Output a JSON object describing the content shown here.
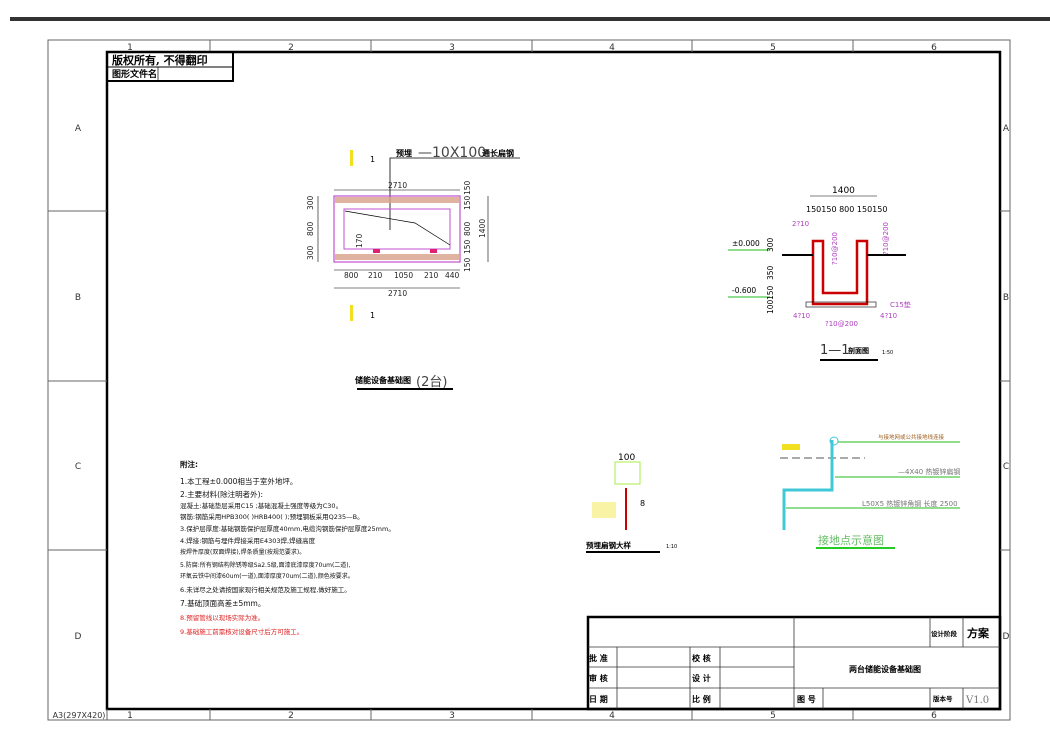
{
  "sheet": {
    "size_label": "A3(297X420)",
    "columns": [
      "1",
      "2",
      "3",
      "4",
      "5",
      "6"
    ],
    "rows": [
      "A",
      "B",
      "C",
      "D"
    ]
  },
  "header_box": {
    "copyright": "版权所有,   不得翻印",
    "file_name_label": "图形文件名"
  },
  "plan": {
    "title": "储能设备基础图",
    "title_suffix": "(2台)",
    "embed_label": "预埋",
    "embed_spec": "—10X100",
    "embed_suffix": "通长扁钢",
    "dims_top": "2710",
    "dims_bottom": "2710",
    "dims_bottom_parts": [
      "800",
      "210",
      "1050",
      "210",
      "440"
    ],
    "dims_left": [
      "300",
      "800",
      "300"
    ],
    "dims_right": [
      "150",
      "150",
      "800",
      "150",
      "150"
    ],
    "dim_overall_right": "1400",
    "dim_inner": "170",
    "section_mark": "1"
  },
  "section": {
    "title": "1—1",
    "title_suffix": "剖面图",
    "scale": "1:50",
    "dim_top": "1400",
    "dim_top_parts": "150150  800  150150",
    "level_top": "±0.000",
    "level_bottom": "-0.600",
    "dims_left": [
      "300",
      "350",
      "150",
      "100"
    ],
    "rebar": [
      "2?10",
      "?10@200",
      "?10@200",
      "4?10",
      "?10@200",
      "4?10"
    ],
    "concrete": "C15垫"
  },
  "detail": {
    "title": "预埋扁钢大样",
    "scale": "1:10",
    "dim": "100",
    "weld": "8"
  },
  "grounding": {
    "title": "接地点示意图",
    "labels": [
      "与接地网或公共接地线连接",
      "—4X40 热镀锌扁钢",
      "L50X5 热镀锌角钢 长度  2500"
    ]
  },
  "notes": {
    "heading": "附注:",
    "items": [
      "1.本工程±0.000相当于室外地坪。",
      "2.主要材料(除注明者外):",
      "   混凝土:基础垫层采用C15 ;基础混凝土强度等级为C30。",
      "   钢筋:钢筋采用HPB300( )HRB400( );预埋钢板采用Q235—B。",
      "3.保护层厚度:基础钢筋保护层厚度40mm,电缆沟钢筋保护层厚度25mm。",
      "4.焊接:钢筋与埋件焊接采用E4303焊,焊缝高度",
      "   按焊件厚度(双面焊接),焊条质量(按规范要求)。",
      "5.防腐:所有钢结构除锈等级Sa2.5级,面漆底漆厚度70um(二道),",
      "   环氧云铁中间漆60um(一道),面漆厚度70um(二道),颜色按要求。",
      "6.未详尽之处请按国家现行相关规范及施工规程,做好施工。",
      "7.基础顶面高差±5mm。",
      "8.预留管线以现场实际为准。",
      "9.基础施工前需核对设备尺寸后方可施工。"
    ]
  },
  "title_block": {
    "stage_label": "设计阶段",
    "stage": "方案",
    "approve": "批 准",
    "review": "审 核",
    "date": "日 期",
    "check": "校 核",
    "design": "设 计",
    "scale": "比 例",
    "drawing_title": "两台储能设备基础图",
    "drawing_no": "图 号",
    "version_label": "版本号",
    "version": "V1.0"
  },
  "colors": {
    "frame": "#000000",
    "rebar": "#cc0000",
    "annot": "#b040c0",
    "ground": "#22bb22",
    "pipe": "#40c8d8",
    "highlight": "#f0e020"
  }
}
